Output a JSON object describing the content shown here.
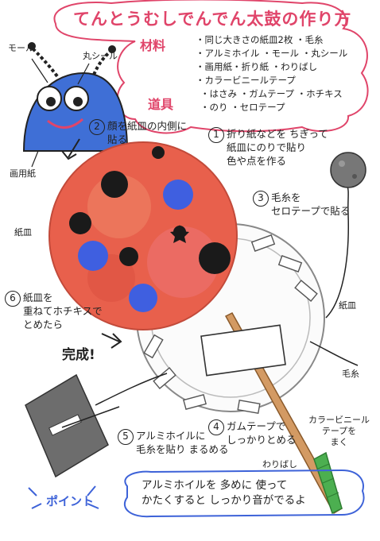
{
  "title": "てんとうむしでんでん太鼓の作り方",
  "materials": {
    "label": "材料",
    "items": [
      "・同じ大きさの紙皿2枚 ・毛糸",
      "・アルミホイル ・モール ・丸シール",
      "・画用紙・折り紙 ・わりばし",
      "・カラービニールテープ"
    ]
  },
  "tools": {
    "label": "道具",
    "items": [
      "・はさみ ・ガムテープ ・ホチキス",
      "・のり ・セロテープ"
    ]
  },
  "labels": {
    "mole": "モール",
    "sticker": "丸シール",
    "drawing_paper": "画用紙",
    "paper_plate_left": "紙皿",
    "paper_plate_right": "紙皿",
    "yarn": "毛糸",
    "chopsticks": "わりばし",
    "vinyl_tape": "カラービニール\nテープを\nまく"
  },
  "steps": {
    "s1": {
      "num": "1",
      "text": "折り紙などを ちぎって\n紙皿にのりで貼り\n色や点を作る"
    },
    "s2": {
      "num": "2",
      "text": "顔を紙皿の内側に\n貼る"
    },
    "s3": {
      "num": "3",
      "text": "毛糸を\nセロテープで貼る"
    },
    "s4": {
      "num": "4",
      "text": "ガムテープで\nしっかりとめる"
    },
    "s5": {
      "num": "5",
      "text": "アルミホイルに\n毛糸を貼り まるめる"
    },
    "s6": {
      "num": "6",
      "text": "紙皿を\n重ねてホチキスで\nとめたら"
    },
    "s6_done": "完成!"
  },
  "point": {
    "label": "ポイント",
    "text": "アルミホイルを 多めに 使って\nかたくすると しっかり音がでるよ"
  },
  "colors": {
    "title": "#e0456a",
    "cloud_border": "#e0456a",
    "plate_red": "#e8604c",
    "ladybug_face": "#3f6fd6",
    "tape_green": "#4caf50",
    "point_blue": "#3d62d8"
  }
}
